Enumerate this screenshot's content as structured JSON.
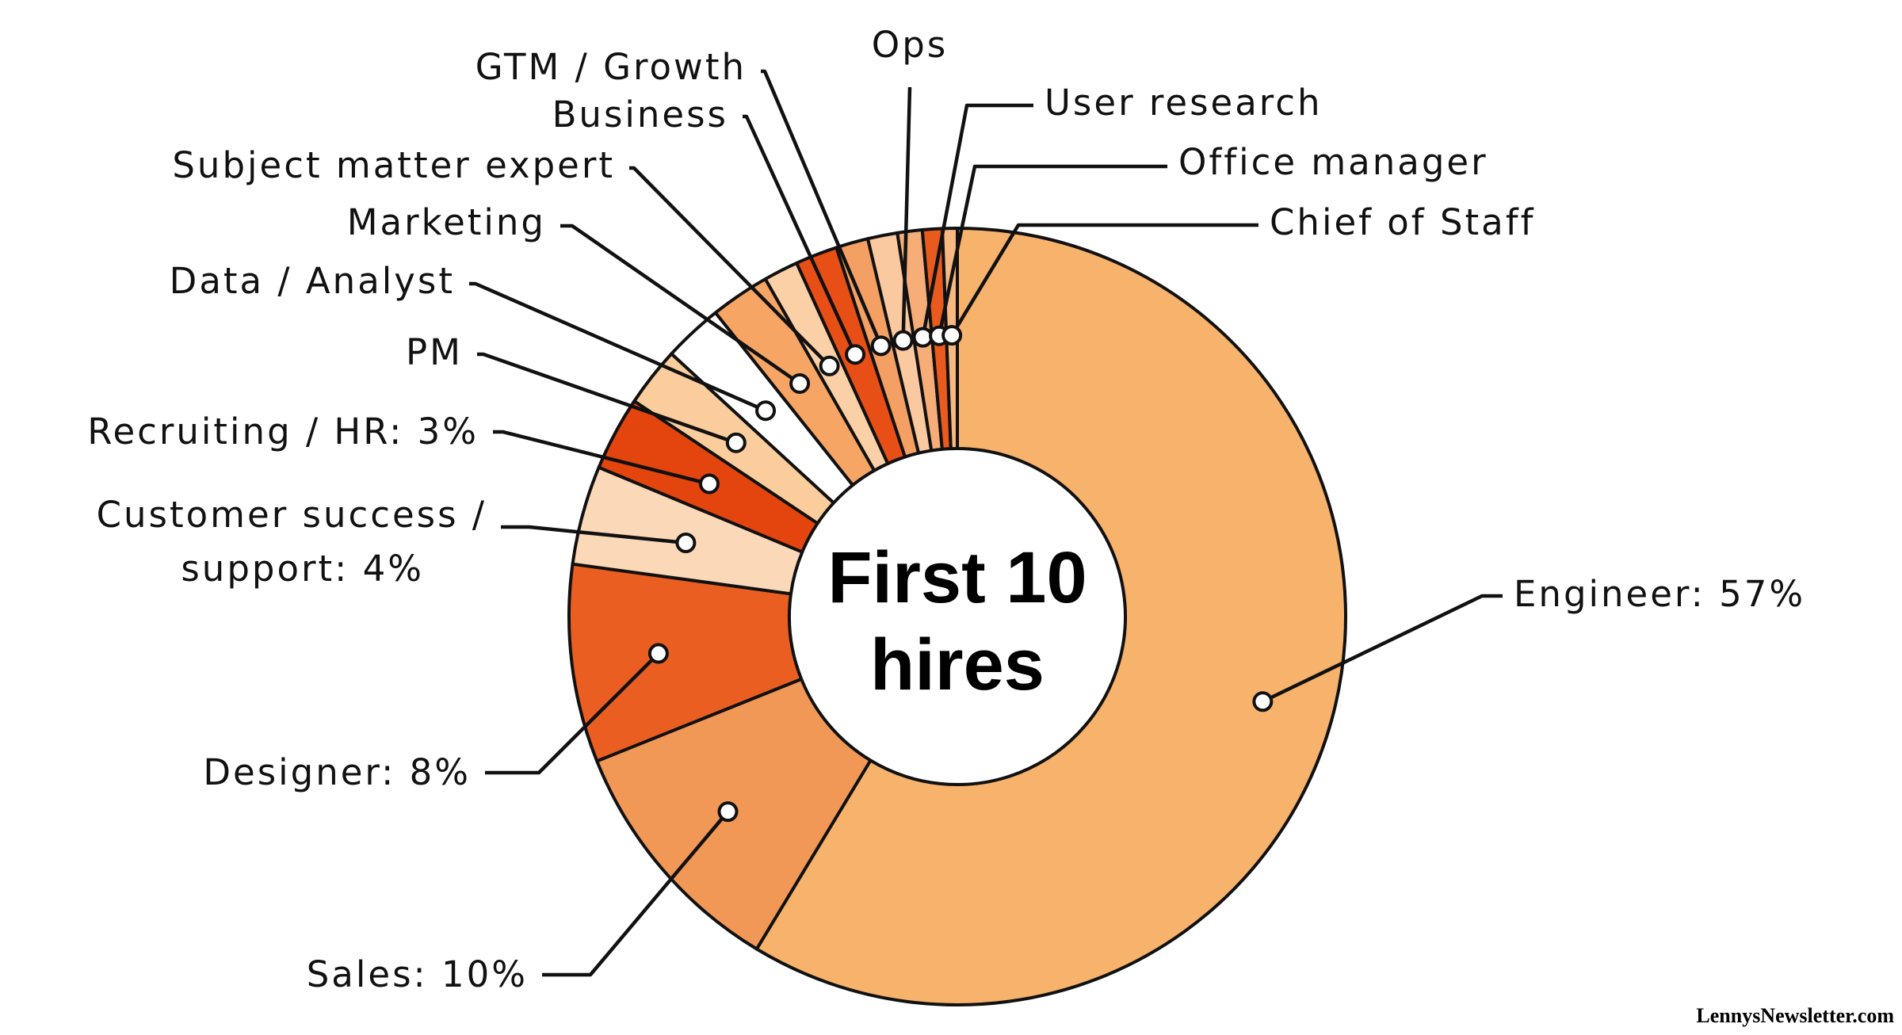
{
  "chart_data": {
    "type": "pie",
    "title": "",
    "center_label_lines": [
      "First 10",
      "hires"
    ],
    "source": "LennysNewsletter.com",
    "slices": [
      {
        "name": "Engineer",
        "label": "Engineer: 57%",
        "value": 57,
        "color": "#f7b26c",
        "label_lines": [
          "Engineer: 57%"
        ]
      },
      {
        "name": "Sales",
        "label": "Sales: 10%",
        "value": 10,
        "color": "#f19856",
        "label_lines": [
          "Sales: 10%"
        ]
      },
      {
        "name": "Designer",
        "label": "Designer: 8%",
        "value": 8,
        "color": "#eb5e22",
        "label_lines": [
          "Designer: 8%"
        ]
      },
      {
        "name": "Customer success / support",
        "label": "Customer success / support: 4%",
        "value": 4,
        "color": "#fbd8b8",
        "label_lines": [
          "Customer success /",
          "support: 4%"
        ]
      },
      {
        "name": "Recruiting / HR",
        "label": "Recruiting / HR: 3%",
        "value": 3,
        "color": "#e4450f",
        "label_lines": [
          "Recruiting / HR: 3%"
        ]
      },
      {
        "name": "PM",
        "label": "PM",
        "value": 2.4,
        "color": "#fccd9c",
        "label_lines": [
          "PM"
        ]
      },
      {
        "name": "Data / Analyst",
        "label": "Data / Analyst",
        "value": 2.4,
        "color": "#ffffff",
        "label_lines": [
          "Data / Analyst"
        ]
      },
      {
        "name": "Marketing",
        "label": "Marketing",
        "value": 2.4,
        "color": "#f6a565",
        "label_lines": [
          "Marketing"
        ]
      },
      {
        "name": "Subject matter expert",
        "label": "Subject matter expert",
        "value": 1.4,
        "color": "#fbd0a6",
        "label_lines": [
          "Subject matter expert"
        ]
      },
      {
        "name": "Business",
        "label": "Business",
        "value": 1.7,
        "color": "#e74f16",
        "label_lines": [
          "Business"
        ]
      },
      {
        "name": "GTM / Growth",
        "label": "GTM / Growth",
        "value": 1.3,
        "color": "#f4a064",
        "label_lines": [
          "GTM / Growth"
        ]
      },
      {
        "name": "Ops",
        "label": "Ops",
        "value": 1.2,
        "color": "#fbc9a0",
        "label_lines": [
          "Ops"
        ]
      },
      {
        "name": "User research",
        "label": "User research",
        "value": 1.0,
        "color": "#f6ad78",
        "label_lines": [
          "User research"
        ]
      },
      {
        "name": "Office manager",
        "label": "Office manager",
        "value": 0.8,
        "color": "#e85a1e",
        "label_lines": [
          "Office manager"
        ]
      },
      {
        "name": "Chief of Staff",
        "label": "Chief of Staff",
        "value": 0.6,
        "color": "#f7b882",
        "label_lines": [
          "Chief of Staff"
        ]
      }
    ]
  }
}
